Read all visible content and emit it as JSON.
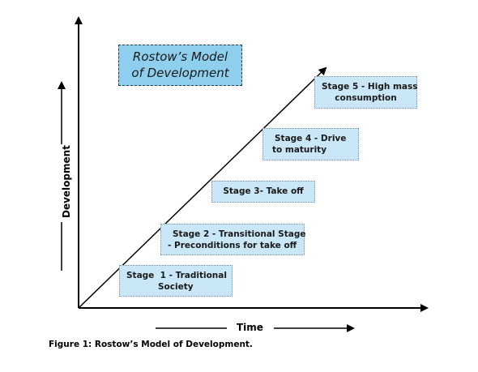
{
  "diagram": {
    "title_lines": [
      "Rostow’s Model",
      "of Development"
    ],
    "x_axis_label": "Time",
    "y_axis_label": "Development",
    "caption": "Figure 1: Rostow’s Model of Development.",
    "stages": [
      {
        "lines": [
          "Stage  1 - Traditional",
          "Society"
        ]
      },
      {
        "lines": [
          "Stage 2 - Transitional Stage",
          "- Preconditions for take off"
        ]
      },
      {
        "lines": [
          "Stage 3- Take off"
        ]
      },
      {
        "lines": [
          "Stage 4 - Drive",
          "to maturity"
        ]
      },
      {
        "lines": [
          "Stage 5 - High mass",
          "consumption"
        ]
      }
    ],
    "colors": {
      "title_fill": "#8ecfee",
      "stage_fill": "#c9e7f6",
      "line": "#000000"
    }
  }
}
